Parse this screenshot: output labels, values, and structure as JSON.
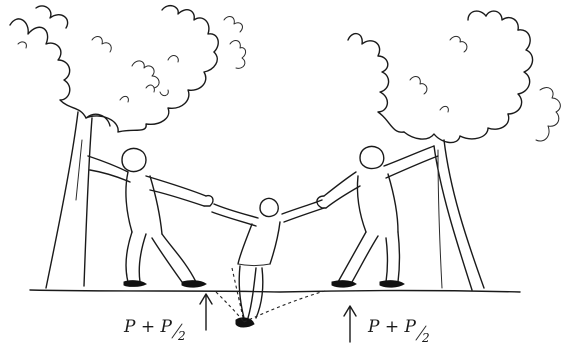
{
  "labels": {
    "left_force": {
      "main": "P + P",
      "fraction_denominator": "2"
    },
    "right_force": {
      "main": "P + P",
      "fraction_denominator": "2"
    }
  },
  "colors": {
    "ink": "#1a1a1a",
    "background": "#ffffff"
  }
}
